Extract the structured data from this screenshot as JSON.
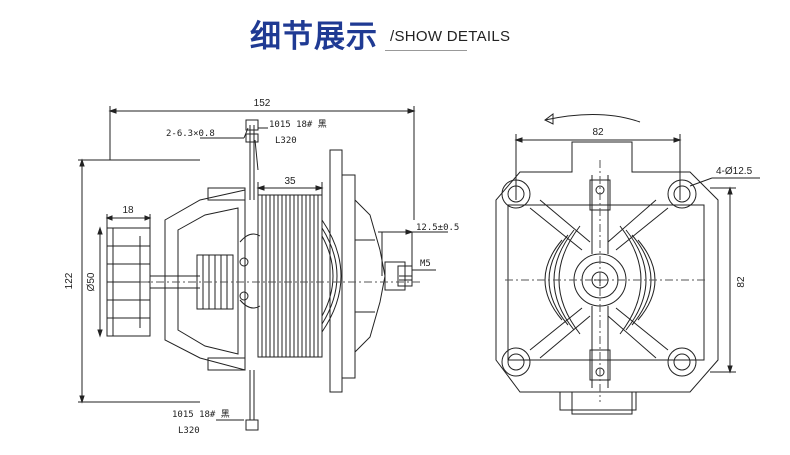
{
  "header": {
    "title_cn": "细节展示",
    "title_en": "/SHOW DETAILS"
  },
  "side_view": {
    "overall_length": "152",
    "terminal_spec": "2-6.3×0.8",
    "wire_top_spec": "1015 18# 黑",
    "wire_top_length": "L320",
    "wire_bottom_spec": "1015 18# 黑",
    "wire_bottom_length": "L320",
    "stack_length": "35",
    "fan_width": "18",
    "height": "122",
    "fan_diameter": "Ø50",
    "shaft_length": "12.5±0.5",
    "thread": "M5"
  },
  "front_view": {
    "width": "82",
    "height": "82",
    "holes": "4-Ø12.5"
  }
}
